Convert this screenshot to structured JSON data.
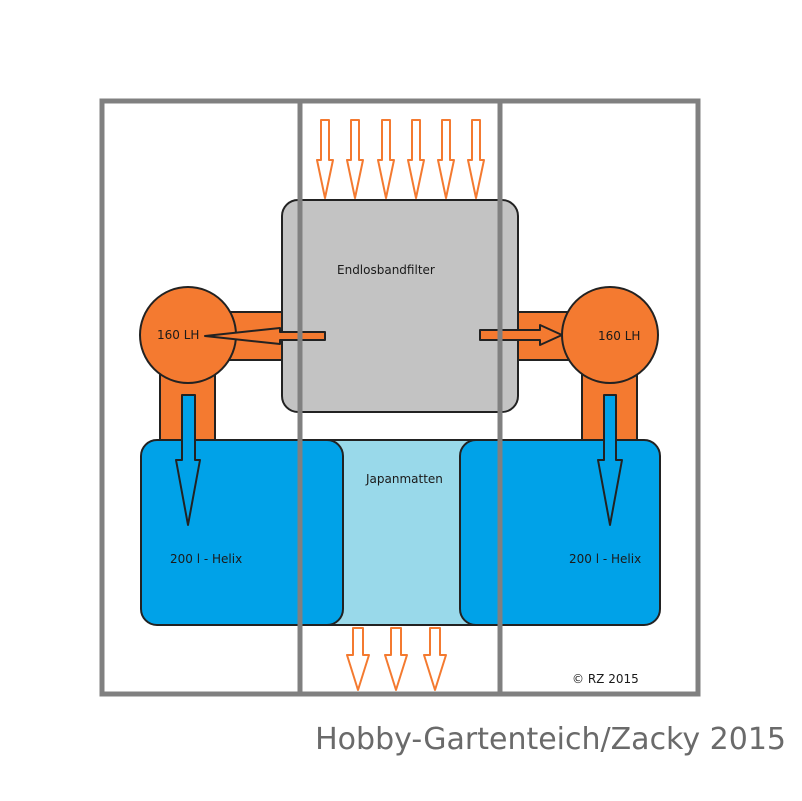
{
  "labels": {
    "filter": "Endlosbandfilter",
    "pump_left": "160 LH",
    "pump_right": "160 LH",
    "mats": "Japanmatten",
    "helix_left": "200 l - Helix",
    "helix_right": "200 l - Helix",
    "copyright": "© RZ 2015"
  },
  "watermark": "Hobby-Gartenteich/Zacky 2015",
  "colors": {
    "frame": "#808080",
    "filter_fill": "#c3c3c3",
    "pump_orange": "#f47a30",
    "helix_blue": "#00a2e8",
    "mats_blue": "#99d9ea",
    "flow_arrow": "#f47a30"
  }
}
